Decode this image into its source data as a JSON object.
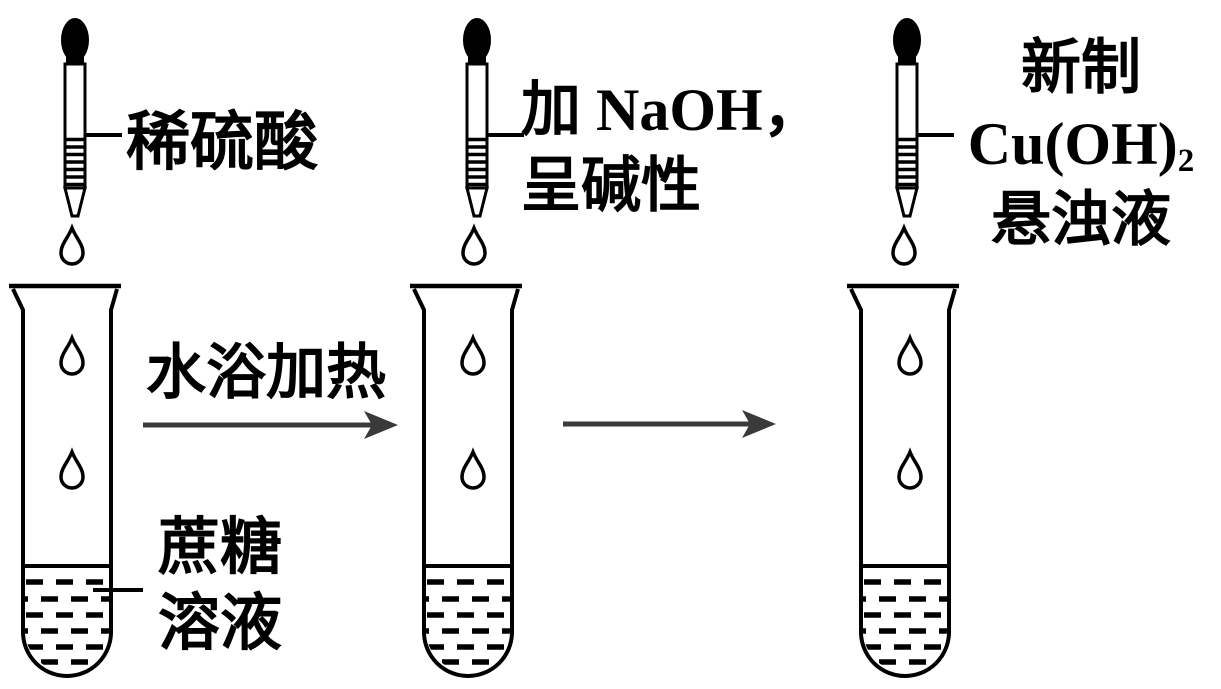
{
  "colors": {
    "ink": "#000000",
    "arrow": "#3a3a3a",
    "background": "#ffffff"
  },
  "droppers": [
    {
      "label": "稀硫酸"
    },
    {
      "label_line1": "加 NaOH，",
      "label_line2": "呈碱性"
    },
    {
      "label_line1": "新制",
      "formula_main": "Cu(OH)",
      "formula_subscript": "2",
      "label_line3": "悬浊液"
    }
  ],
  "arrows": [
    {
      "label": "水浴加热"
    },
    {
      "label": ""
    }
  ],
  "tubes": [
    {
      "content_label_line1": "蔗糖",
      "content_label_line2": "溶液"
    },
    {
      "content_label_line1": "",
      "content_label_line2": ""
    },
    {
      "content_label_line1": "",
      "content_label_line2": ""
    }
  ]
}
